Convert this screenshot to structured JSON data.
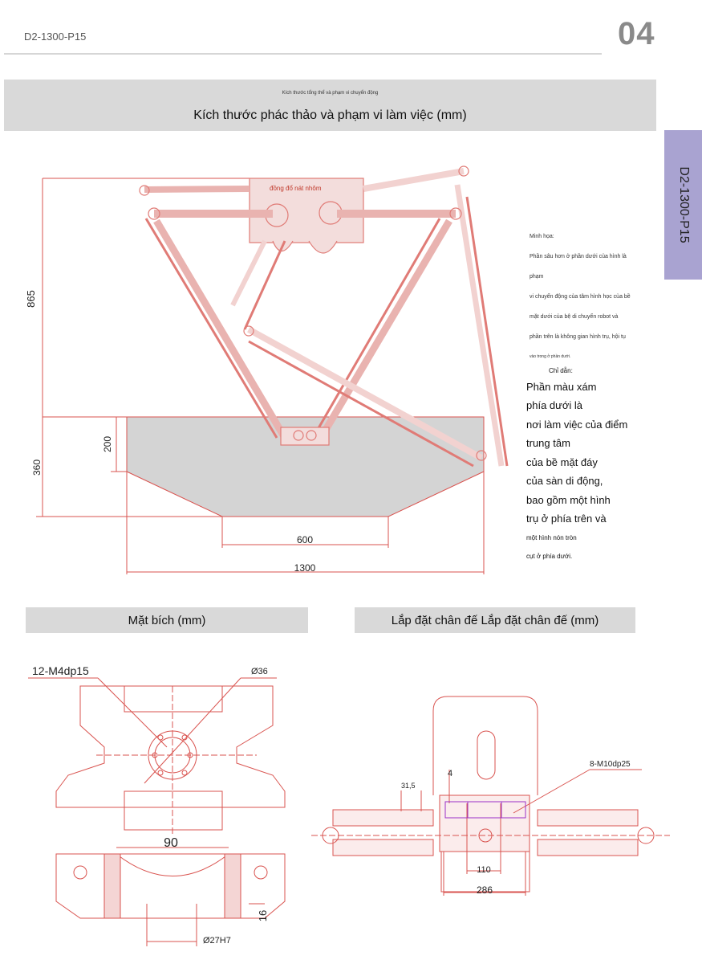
{
  "header": {
    "model": "D2-1300-P15",
    "page_number": "04",
    "side_tab": "D2-1300-P15"
  },
  "section1": {
    "subtitle_small": "Kích thước tổng thể và phạm vi chuyển động",
    "title": "Kích thước phác thảo và phạm vi làm việc (mm)"
  },
  "robot_drawing": {
    "base_label": "đồng đổ nát nhôm",
    "dim_height": "865",
    "dim_200": "200",
    "dim_360": "360",
    "dim_600": "600",
    "dim_1300": "1300"
  },
  "illustration": {
    "heading": "Minh họa:",
    "lines": [
      "Phần sâu hơn ở phần dưới của hình là phạm",
      "vi chuyển động của tâm hình học của bề",
      "mặt dưới của bệ di chuyển robot và",
      "phần trên là không gian hình trụ, hội tụ",
      "vào trong ở phần dưới."
    ]
  },
  "guide": {
    "title": "Chỉ dẫn:",
    "lines": [
      "Phần màu xám",
      "phía dưới là",
      "nơi làm việc của điểm",
      "trung tâm",
      "của bề mặt đáy",
      "của sàn di động,",
      "bao gồm một hình",
      "trụ ở phía trên và"
    ],
    "small_lines": [
      "một hình nón tròn",
      "cụt ở phía dưới."
    ]
  },
  "section2": {
    "flange_title": "Mặt bích (mm)",
    "mount_title": "Lắp đặt chân đế Lắp đặt chân đế (mm)"
  },
  "flange_drawing": {
    "hole_label": "12-M4dp15",
    "diameter_label": "Ø36",
    "dim_90": "90",
    "dim_16": "16",
    "bore_label": "Ø27H7"
  },
  "mount_drawing": {
    "bolt_label": "8-M10dp25",
    "dim_4": "4",
    "dim_31_5": "31,5",
    "dim_110": "110",
    "dim_286": "286"
  },
  "colors": {
    "drawing_red": "#d9534f",
    "work_area_gray": "#d4d4d4",
    "side_tab": "#a9a3d1",
    "band": "#d9d9d9",
    "bolt_purple": "#9b30c8"
  }
}
